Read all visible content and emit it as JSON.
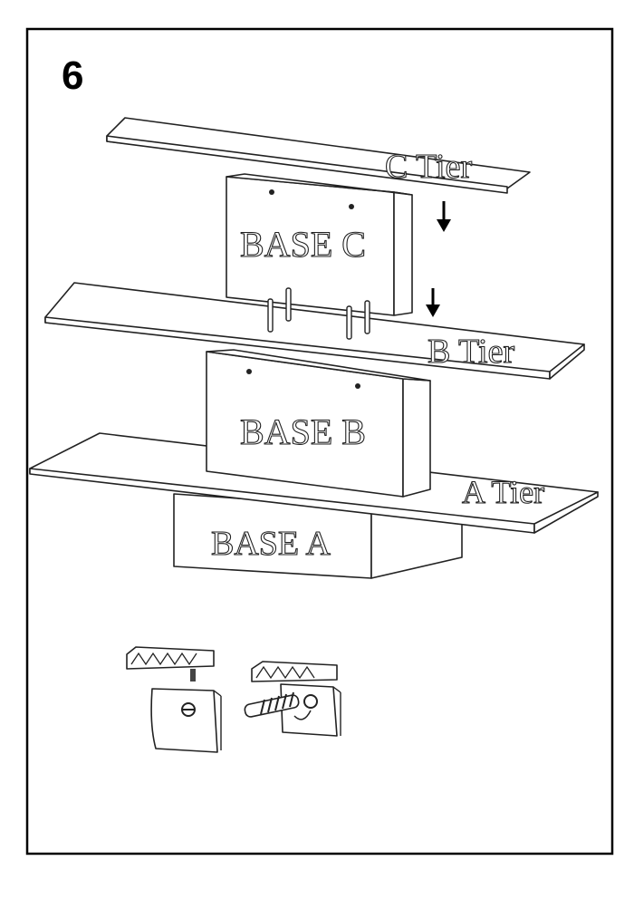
{
  "step_number": "6",
  "tiers": {
    "c": "C Tier",
    "b": "B Tier",
    "a": "A Tier"
  },
  "bases": {
    "c": "BASE C",
    "b": "BASE B",
    "a": "BASE A"
  }
}
